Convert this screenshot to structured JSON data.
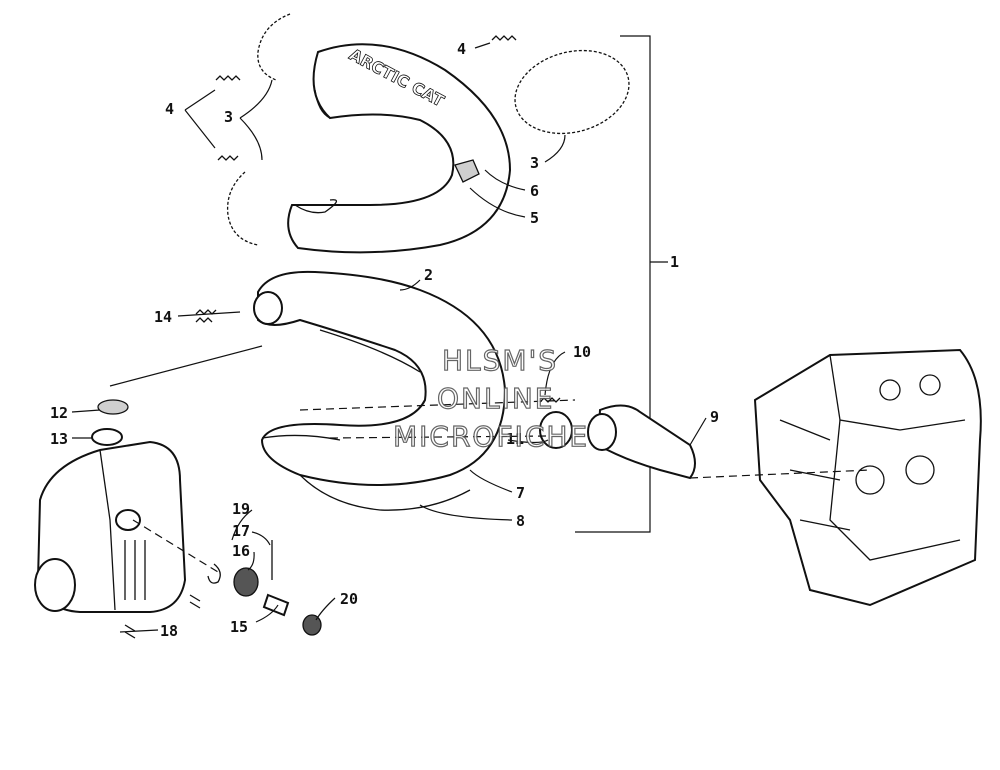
{
  "watermark": {
    "line1": "HLSM'S",
    "line2": "ONLINE",
    "line3": "MICROFICHE"
  },
  "logo_text": "ARCTIC CAT",
  "callouts": {
    "c1": "1",
    "c2": "2",
    "c3a": "3",
    "c3b": "3",
    "c4a": "4",
    "c4b": "4",
    "c5": "5",
    "c6": "6",
    "c7": "7",
    "c8": "8",
    "c9": "9",
    "c10": "10",
    "c11": "11",
    "c12": "12",
    "c13": "13",
    "c14": "14",
    "c15": "15",
    "c16": "16",
    "c17": "17",
    "c18": "18",
    "c19": "19",
    "c20": "20"
  }
}
